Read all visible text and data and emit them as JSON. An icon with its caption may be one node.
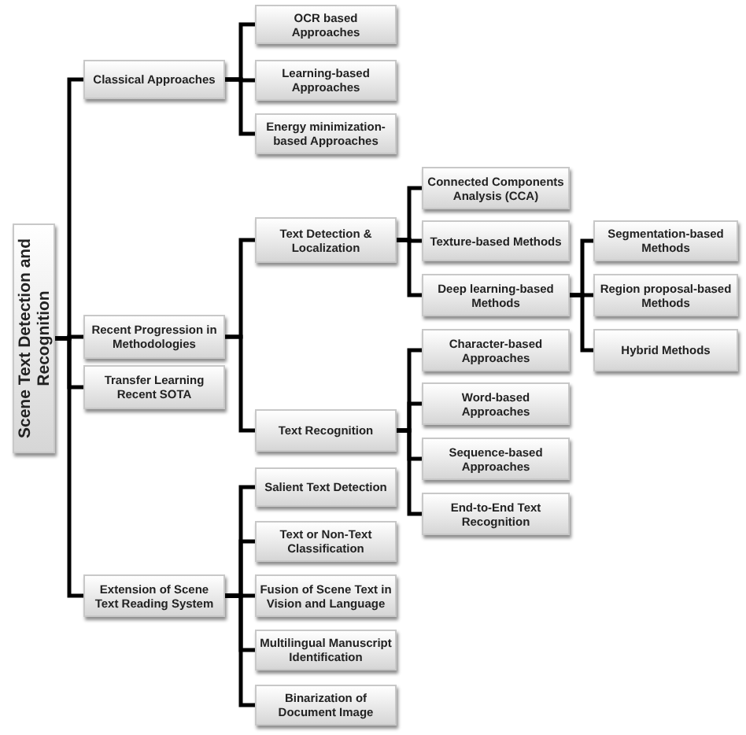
{
  "diagram": {
    "nodes": [
      {
        "text": [
          "Scene Text Detection and Recognition"
        ]
      },
      {
        "text": [
          "Classical Approaches"
        ]
      },
      {
        "text": [
          "OCR based Approaches"
        ]
      },
      {
        "text": [
          "Learning-based Approaches"
        ]
      },
      {
        "text": [
          "Energy minimization-based Approaches"
        ]
      },
      {
        "text": [
          "Recent Progression in Methodologies"
        ]
      },
      {
        "text": [
          "Text Detection & Localization"
        ]
      },
      {
        "text": [
          "Connected Components Analysis (CCA)"
        ]
      },
      {
        "text": [
          "Texture-based Methods"
        ]
      },
      {
        "text": [
          "Deep learning-based Methods"
        ]
      },
      {
        "text": [
          "Segmentation-based Methods"
        ]
      },
      {
        "text": [
          "Region proposal-based Methods"
        ]
      },
      {
        "text": [
          "Hybrid Methods"
        ]
      },
      {
        "text": [
          "Text Recognition"
        ]
      },
      {
        "text": [
          "Character-based Approaches"
        ]
      },
      {
        "text": [
          "Word-based Approaches"
        ]
      },
      {
        "text": [
          "Sequence-based Approaches"
        ]
      },
      {
        "text": [
          "End-to-End Text Recognition"
        ]
      },
      {
        "text": [
          "Transfer Learning Recent SOTA"
        ]
      },
      {
        "text": [
          "Extension of Scene Text Reading System"
        ]
      },
      {
        "text": [
          "Salient Text Detection"
        ]
      },
      {
        "text": [
          "Text or Non-Text Classification"
        ]
      },
      {
        "text": [
          "Fusion of Scene Text in Vision and Language"
        ]
      },
      {
        "text": [
          "Multilingual Manuscript Identification"
        ]
      },
      {
        "text": [
          "Binarization of Document Image"
        ]
      }
    ],
    "edges": [
      {
        "from": 0,
        "to": 1,
        "arrow": "none"
      },
      {
        "from": 0,
        "to": 5,
        "arrow": "none"
      },
      {
        "from": 0,
        "to": 18,
        "arrow": "none"
      },
      {
        "from": 0,
        "to": 19,
        "arrow": "none"
      },
      {
        "from": 1,
        "to": 2,
        "arrow": "none"
      },
      {
        "from": 1,
        "to": 3,
        "arrow": "none"
      },
      {
        "from": 1,
        "to": 4,
        "arrow": "none"
      },
      {
        "from": 5,
        "to": 6,
        "arrow": "none"
      },
      {
        "from": 5,
        "to": 13,
        "arrow": "none"
      },
      {
        "from": 6,
        "to": 7,
        "arrow": "none"
      },
      {
        "from": 6,
        "to": 8,
        "arrow": "none"
      },
      {
        "from": 6,
        "to": 9,
        "arrow": "none"
      },
      {
        "from": 9,
        "to": 10,
        "arrow": "none"
      },
      {
        "from": 9,
        "to": 11,
        "arrow": "none"
      },
      {
        "from": 9,
        "to": 12,
        "arrow": "none"
      },
      {
        "from": 13,
        "to": 14,
        "arrow": "none"
      },
      {
        "from": 13,
        "to": 15,
        "arrow": "none"
      },
      {
        "from": 13,
        "to": 16,
        "arrow": "none"
      },
      {
        "from": 13,
        "to": 17,
        "arrow": "none"
      },
      {
        "from": 19,
        "to": 20,
        "arrow": "none"
      },
      {
        "from": 19,
        "to": 21,
        "arrow": "none"
      },
      {
        "from": 19,
        "to": 22,
        "arrow": "none"
      },
      {
        "from": 19,
        "to": 23,
        "arrow": "none"
      },
      {
        "from": 19,
        "to": 24,
        "arrow": "none"
      }
    ]
  }
}
